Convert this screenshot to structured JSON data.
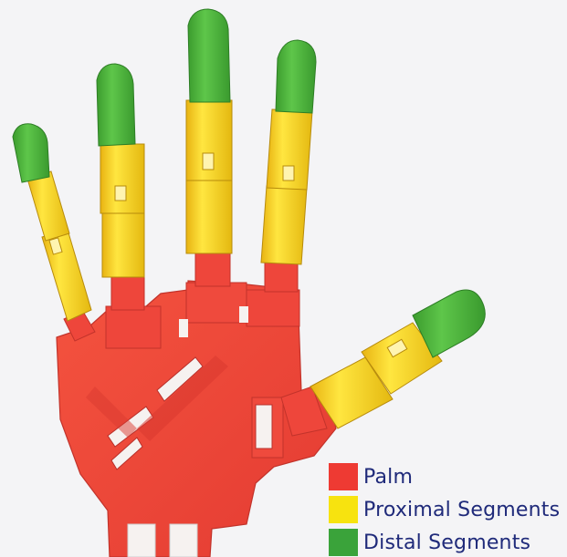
{
  "colors": {
    "palm": "#f0453b",
    "palm_dark": "#c93a32",
    "proximal": "#f6d814",
    "proximal_dark": "#d6a90f",
    "distal": "#48b238",
    "distal_dark": "#2f8a2a",
    "background": "#f4f4f6",
    "legend_text": "#1f2a7a"
  },
  "legend": {
    "items": [
      {
        "key": "palm",
        "label": "Palm",
        "color": "#ee3a33"
      },
      {
        "key": "proximal",
        "label": "Proximal Segments",
        "color": "#f7e30f"
      },
      {
        "key": "distal",
        "label": "Distal Segments",
        "color": "#3aa33a"
      }
    ]
  }
}
